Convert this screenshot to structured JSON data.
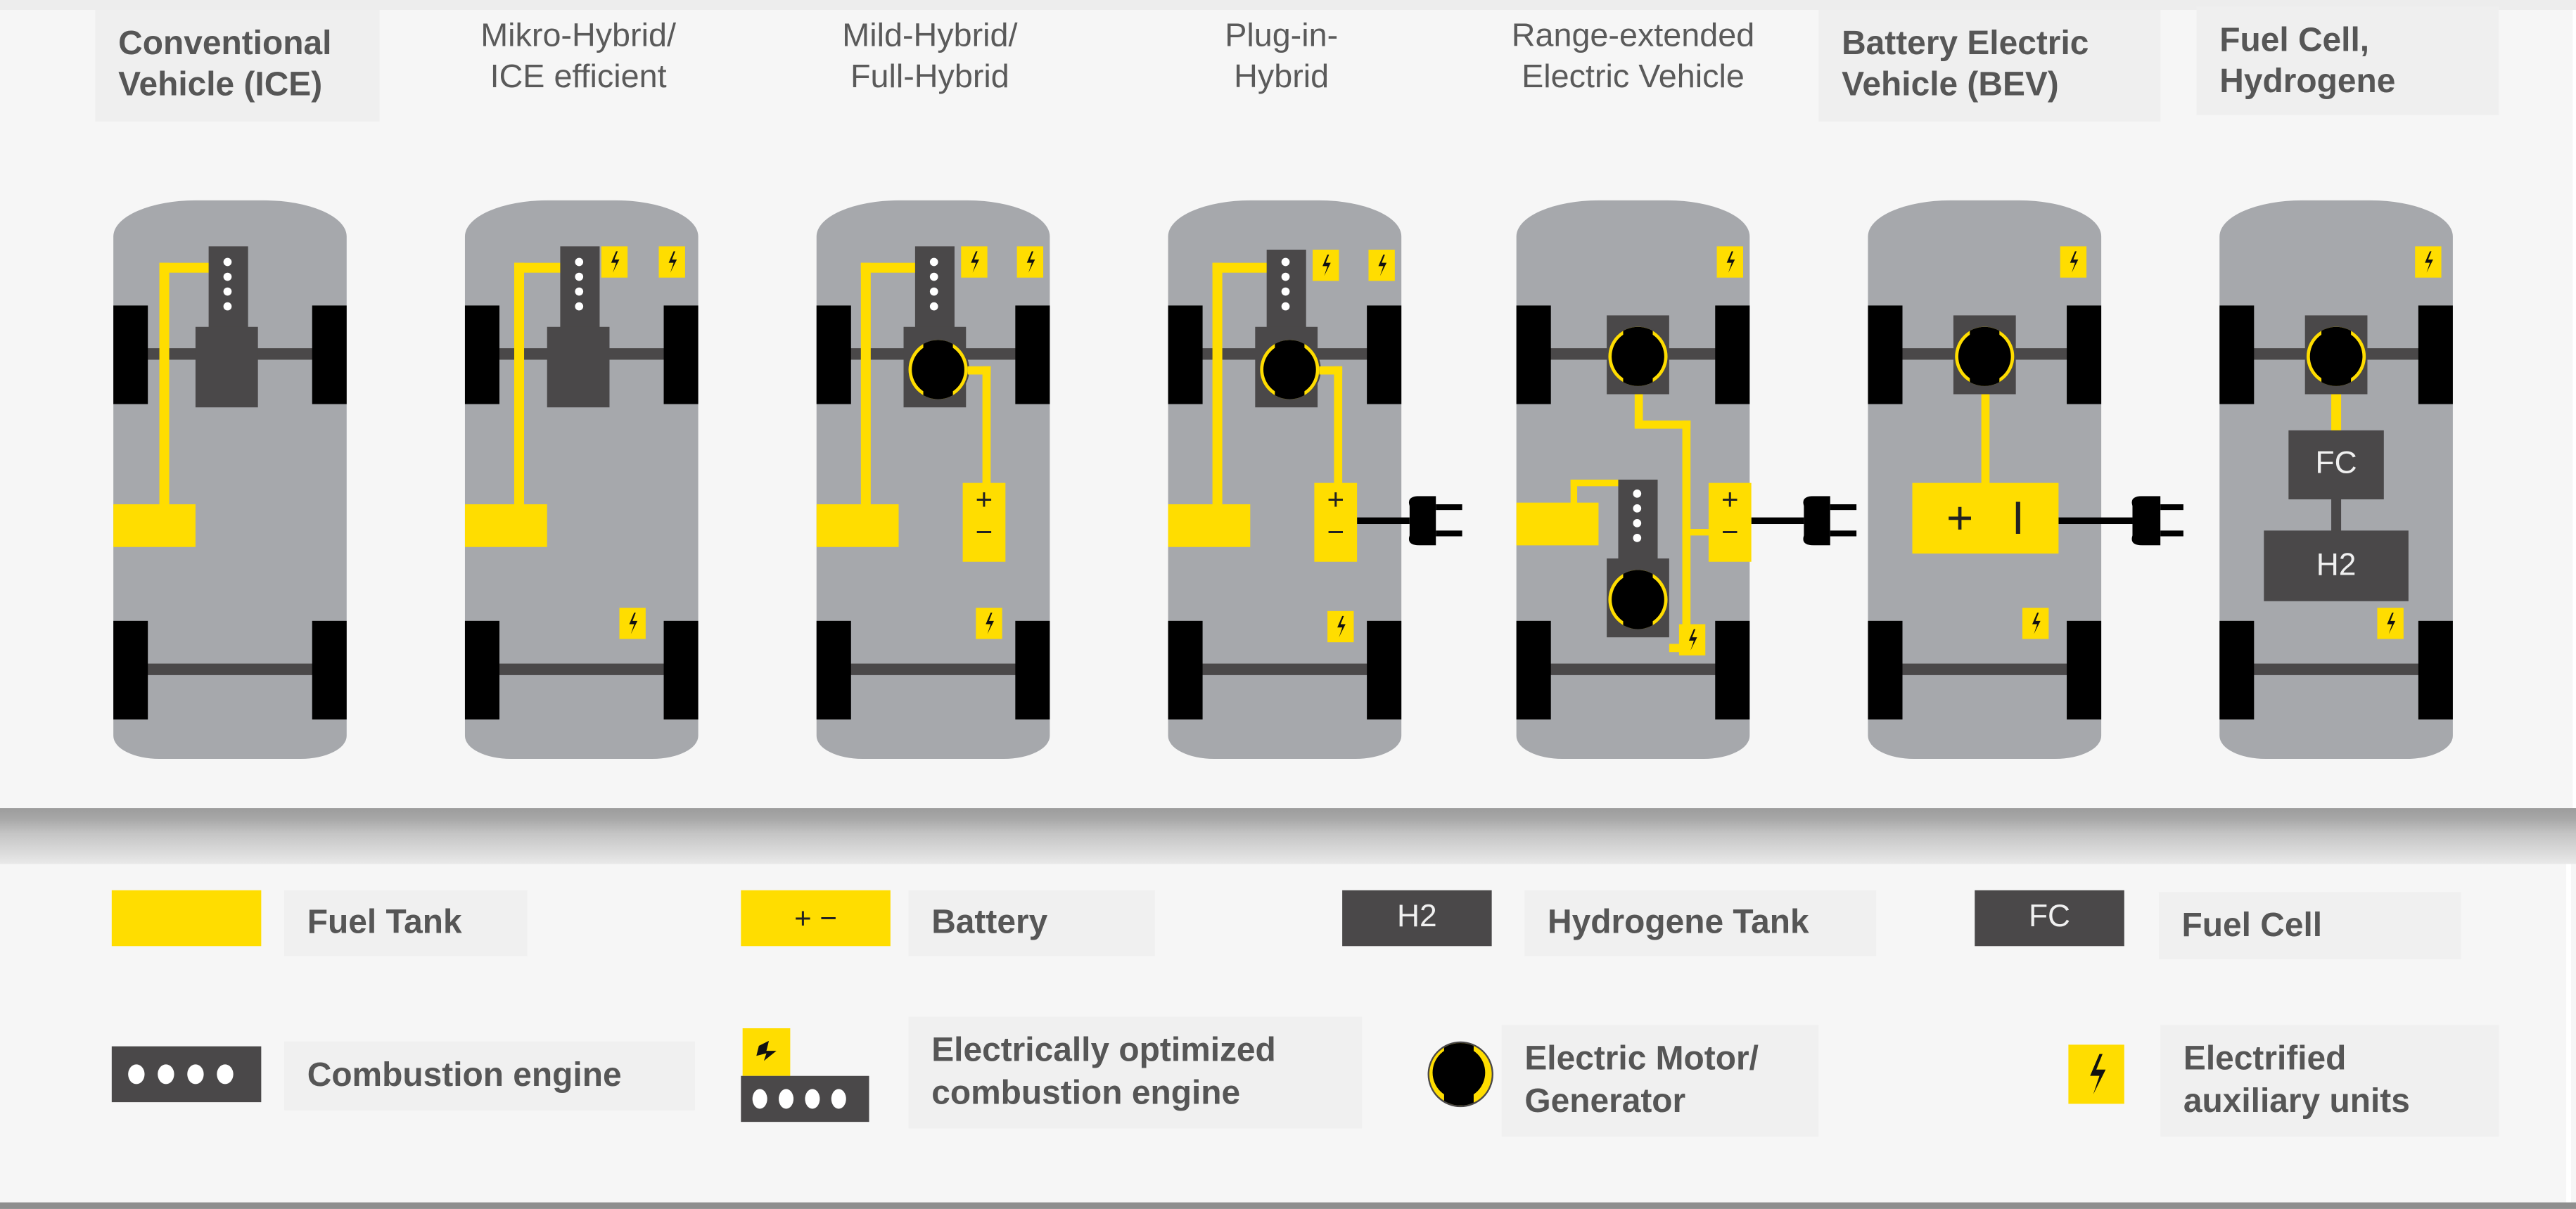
{
  "vehicle_types": [
    {
      "id": "ice",
      "title_line1": "Conventional",
      "title_line2": "Vehicle (ICE)"
    },
    {
      "id": "mikro",
      "title_line1": "Mikro-Hybrid/",
      "title_line2": "ICE efficient"
    },
    {
      "id": "mild",
      "title_line1": "Mild-Hybrid/",
      "title_line2": "Full-Hybrid"
    },
    {
      "id": "phev",
      "title_line1": "Plug-in-",
      "title_line2": "Hybrid"
    },
    {
      "id": "erev",
      "title_line1": "Range-extended",
      "title_line2": "Electric Vehicle"
    },
    {
      "id": "bev",
      "title_line1": "Battery Electric",
      "title_line2": "Vehicle (BEV)"
    },
    {
      "id": "fcev",
      "title_line1": "Fuel Cell,",
      "title_line2": "Hydrogene"
    }
  ],
  "diagram_labels": {
    "fc": "FC",
    "h2": "H2",
    "plus": "+",
    "minus": "−",
    "bev_minus": "I"
  },
  "legend": {
    "fuel_tank": "Fuel Tank",
    "battery": "Battery",
    "battery_symbols": "+   −",
    "hydrogen_tank": "Hydrogene Tank",
    "hydrogen_symbol": "H2",
    "fuel_cell": "Fuel Cell",
    "fuel_cell_symbol": "FC",
    "combustion_engine": "Combustion engine",
    "eo_engine_line1": "Electrically optimized",
    "eo_engine_line2": "combustion engine",
    "motor_line1": "Electric Motor/",
    "motor_line2": "Generator",
    "aux_line1": "Electrified",
    "aux_line2": "auxiliary units"
  },
  "colors": {
    "yellow": "#ffdd00",
    "dark_grey": "#4a4849",
    "car_body": "#a6a8ac",
    "text": "#565656"
  }
}
